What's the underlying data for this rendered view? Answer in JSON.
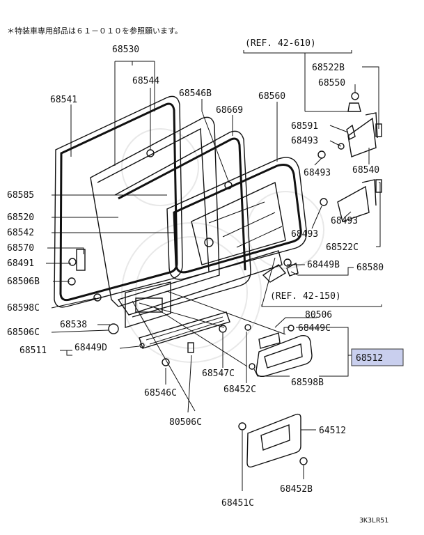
{
  "header_note": "＊特装車専用部品は６１－０１０を参照願います。",
  "drawing_code": "3K3LR51",
  "refs": [
    "(REF.  42-610)",
    "(REF.  42-150)"
  ],
  "highlight_color": "#c9cfee",
  "part_labels": {
    "p68530": "68530",
    "p68544": "68544",
    "p68541": "68541",
    "p68546B": "68546B",
    "p68669": "68669",
    "p68560": "68560",
    "p68585": "68585",
    "p68520": "68520",
    "p68542": "68542",
    "p68570": "68570",
    "p68491": "68491",
    "p68506B": "68506B",
    "p68598C": "68598C",
    "p68506C": "68506C",
    "p68538": "68538",
    "p68511": "68511",
    "p68449D": "68449D",
    "p68546C": "68546C",
    "p80506C": "80506C",
    "p68547C": "68547C",
    "p68452C": "68452C",
    "p68598B": "68598B",
    "p68512": "68512",
    "p80506": "80506",
    "p68449C": "68449C",
    "p68522B": "68522B",
    "p68550": "68550",
    "p68591": "68591",
    "p68493a": "68493",
    "p68493b": "68493",
    "p68540": "68540",
    "p68493c": "68493",
    "p68493d": "68493",
    "p68522C": "68522C",
    "p68449B": "68449B",
    "p68580": "68580",
    "p64512": "64512",
    "p68452B": "68452B",
    "p68451C": "68451C"
  }
}
